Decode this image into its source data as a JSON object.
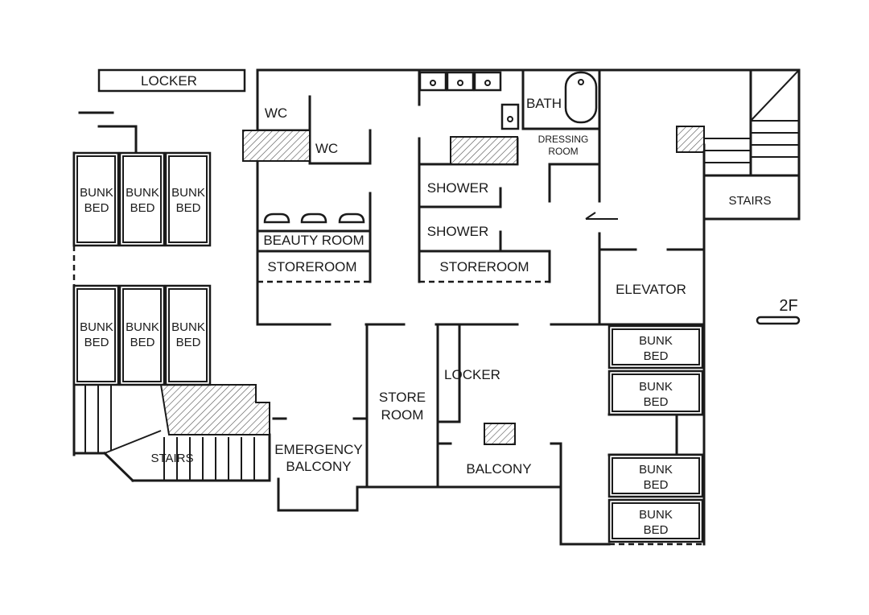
{
  "floor_plan": {
    "floor_label": "2F",
    "rooms": {
      "locker_top": "LOCKER",
      "wc_1": "WC",
      "wc_2": "WC",
      "bath": "BATH",
      "dressing_room_line1": "DRESSING",
      "dressing_room_line2": "ROOM",
      "shower_1": "SHOWER",
      "shower_2": "SHOWER",
      "beauty_room": "BEAUTY ROOM",
      "storeroom_left": "STOREROOM",
      "storeroom_right": "STOREROOM",
      "stairs_right": "STAIRS",
      "stairs_left": "STAIRS",
      "elevator": "ELEVATOR",
      "locker_mid": "LOCKER",
      "store_room_line1": "STORE",
      "store_room_line2": "ROOM",
      "emergency_balcony_line1": "EMERGENCY",
      "emergency_balcony_line2": "BALCONY",
      "balcony": "BALCONY"
    },
    "bunk_bed": {
      "line1": "BUNK",
      "line2": "BED"
    }
  }
}
